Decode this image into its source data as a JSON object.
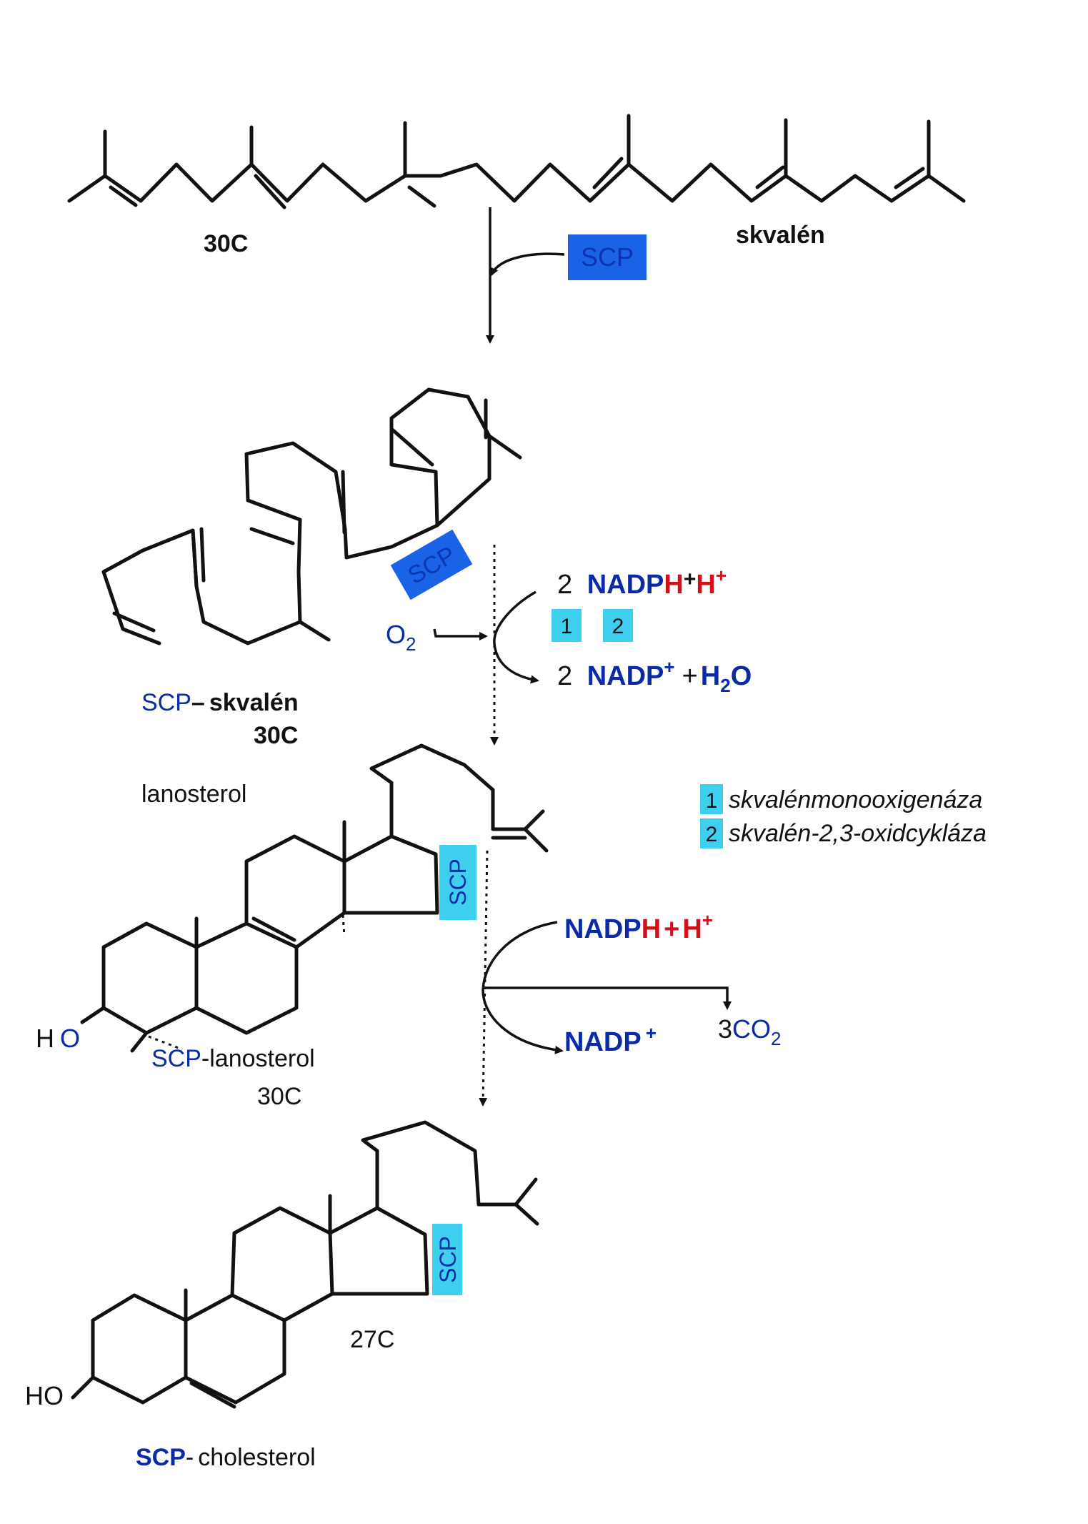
{
  "colors": {
    "text": "#111111",
    "blue_text": "#0a2aa8",
    "red_text": "#d0101a",
    "scp_badge_dark": "#1b63e6",
    "scp_badge_light": "#3ed0ee"
  },
  "squalene": {
    "carbons": "30C",
    "name": "skvalén"
  },
  "scp_badge": "SCP",
  "scp_squalene": {
    "prefix": "SCP",
    "dash": "–",
    "name": "skvalén",
    "carbons": "30C"
  },
  "step1": {
    "cofactor_in": {
      "count": "2",
      "base": "NADP",
      "h": "H",
      "plus": "+",
      "proton": "H",
      "sup": "+"
    },
    "enzyme_numbers": [
      "1",
      "2"
    ],
    "o2": {
      "base": "O",
      "sub": "2"
    },
    "cofactor_out": {
      "count": "2",
      "base": "NADP",
      "sup": "+",
      "plus": "+",
      "water_h": "H",
      "water_sub": "2",
      "water_o": "O"
    }
  },
  "lanosterol": {
    "name": "lanosterol",
    "ho_h": "H",
    "ho_o": "O",
    "prefix": "SCP",
    "suffix": "-lanosterol",
    "carbons": "30C"
  },
  "legend": [
    {
      "num": "1",
      "name": "skvalénmonooxigenáza"
    },
    {
      "num": "2",
      "name": "skvalén-2,3-oxidcykláza"
    }
  ],
  "step2": {
    "cofactor_in": {
      "base": "NADP",
      "h": "H",
      "plus": "+",
      "proton": "H",
      "sup": "+"
    },
    "cofactor_out": {
      "base": "NADP",
      "sup": "+"
    },
    "co2": {
      "count": "3",
      "base": "CO",
      "sub": "2"
    }
  },
  "cholesterol": {
    "ho": "HO",
    "carbons": "27C",
    "prefix": "SCP",
    "dash": "-",
    "name": "cholesterol"
  }
}
